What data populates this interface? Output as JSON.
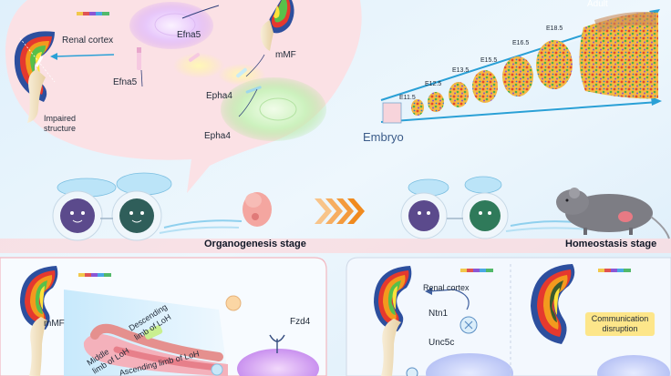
{
  "top_left": {
    "renal_cortex": "Renal cortex",
    "efna5_top": "Efna5",
    "efna5_left": "Efna5",
    "mmf": "mMF",
    "epha4_top": "Epha4",
    "epha4_bottom": "Epha4",
    "impaired_line1": "Impaired",
    "impaired_line2": "structure"
  },
  "top_right": {
    "adult": "Adult",
    "embryo": "Embryo",
    "stages": [
      "E11.5",
      "E12.5",
      "E13.5",
      "E15.5",
      "E16.5",
      "E18.5"
    ]
  },
  "middle": {
    "organogenesis": "Organogenesis stage",
    "homeostasis": "Homeostasis stage"
  },
  "bottom_left": {
    "mmf": "mMF",
    "middle_line1": "Middle",
    "middle_line2": "limb of LoH",
    "descending_line1": "Descending",
    "descending_line2": "limb of LoH",
    "ascending": "Ascending limb of LoH",
    "fzd4": "Fzd4"
  },
  "bottom_right": {
    "renal_cortex": "Renal cortex",
    "ntn1": "Ntn1",
    "unc5c": "Unc5c",
    "comm_line1": "Communication",
    "comm_line2": "disruption"
  },
  "colors": {
    "kidney_outer": "#2d4f9e",
    "kidney_red": "#e5392e",
    "kidney_orange": "#f39a1e",
    "kidney_green": "#58c04a",
    "kidney_yellow": "#ffe13a",
    "callout": "#fde0e4",
    "mouse": "#7d7d84",
    "highlight": "#fde68a"
  }
}
